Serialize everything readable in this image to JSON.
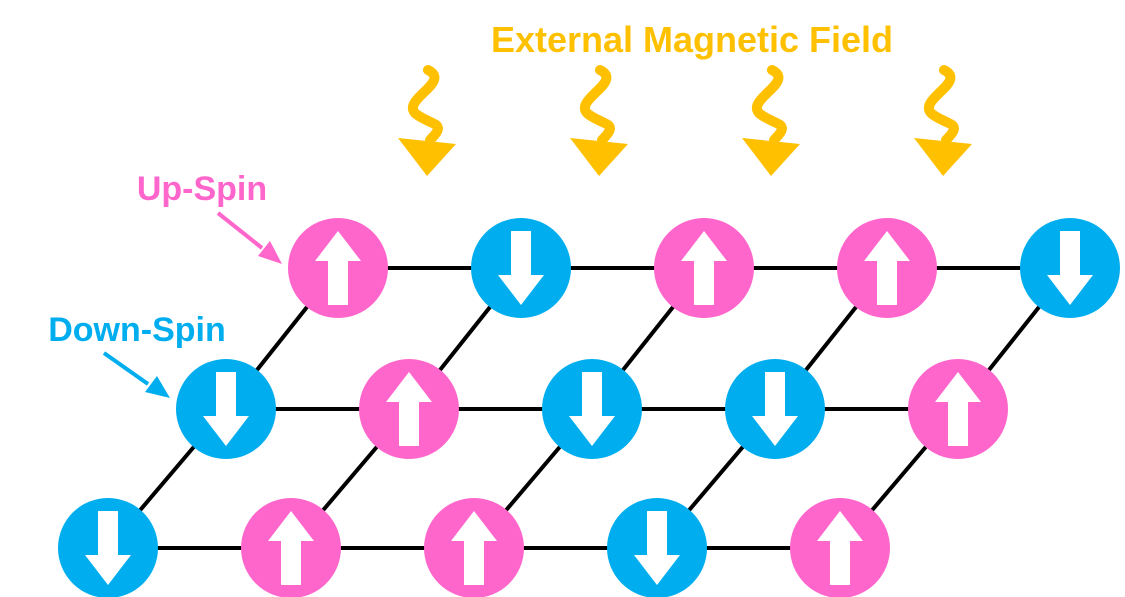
{
  "title": "External Magnetic Field",
  "legend": {
    "up_label": "Up-Spin",
    "down_label": "Down-Spin"
  },
  "colors": {
    "up": "#ff66cc",
    "down": "#00aeef",
    "field": "#ffc000",
    "lattice": "#000000",
    "arrow_fill": "#ffffff"
  },
  "field_arrow_count": 4,
  "lattice": {
    "rows": [
      [
        "up",
        "down",
        "up",
        "up",
        "down"
      ],
      [
        "down",
        "up",
        "down",
        "down",
        "up"
      ],
      [
        "down",
        "up",
        "up",
        "down",
        "up"
      ]
    ]
  },
  "icons": {
    "field": "wavy-arrow-down-icon",
    "up": "up-arrow-icon",
    "down": "down-arrow-icon"
  }
}
